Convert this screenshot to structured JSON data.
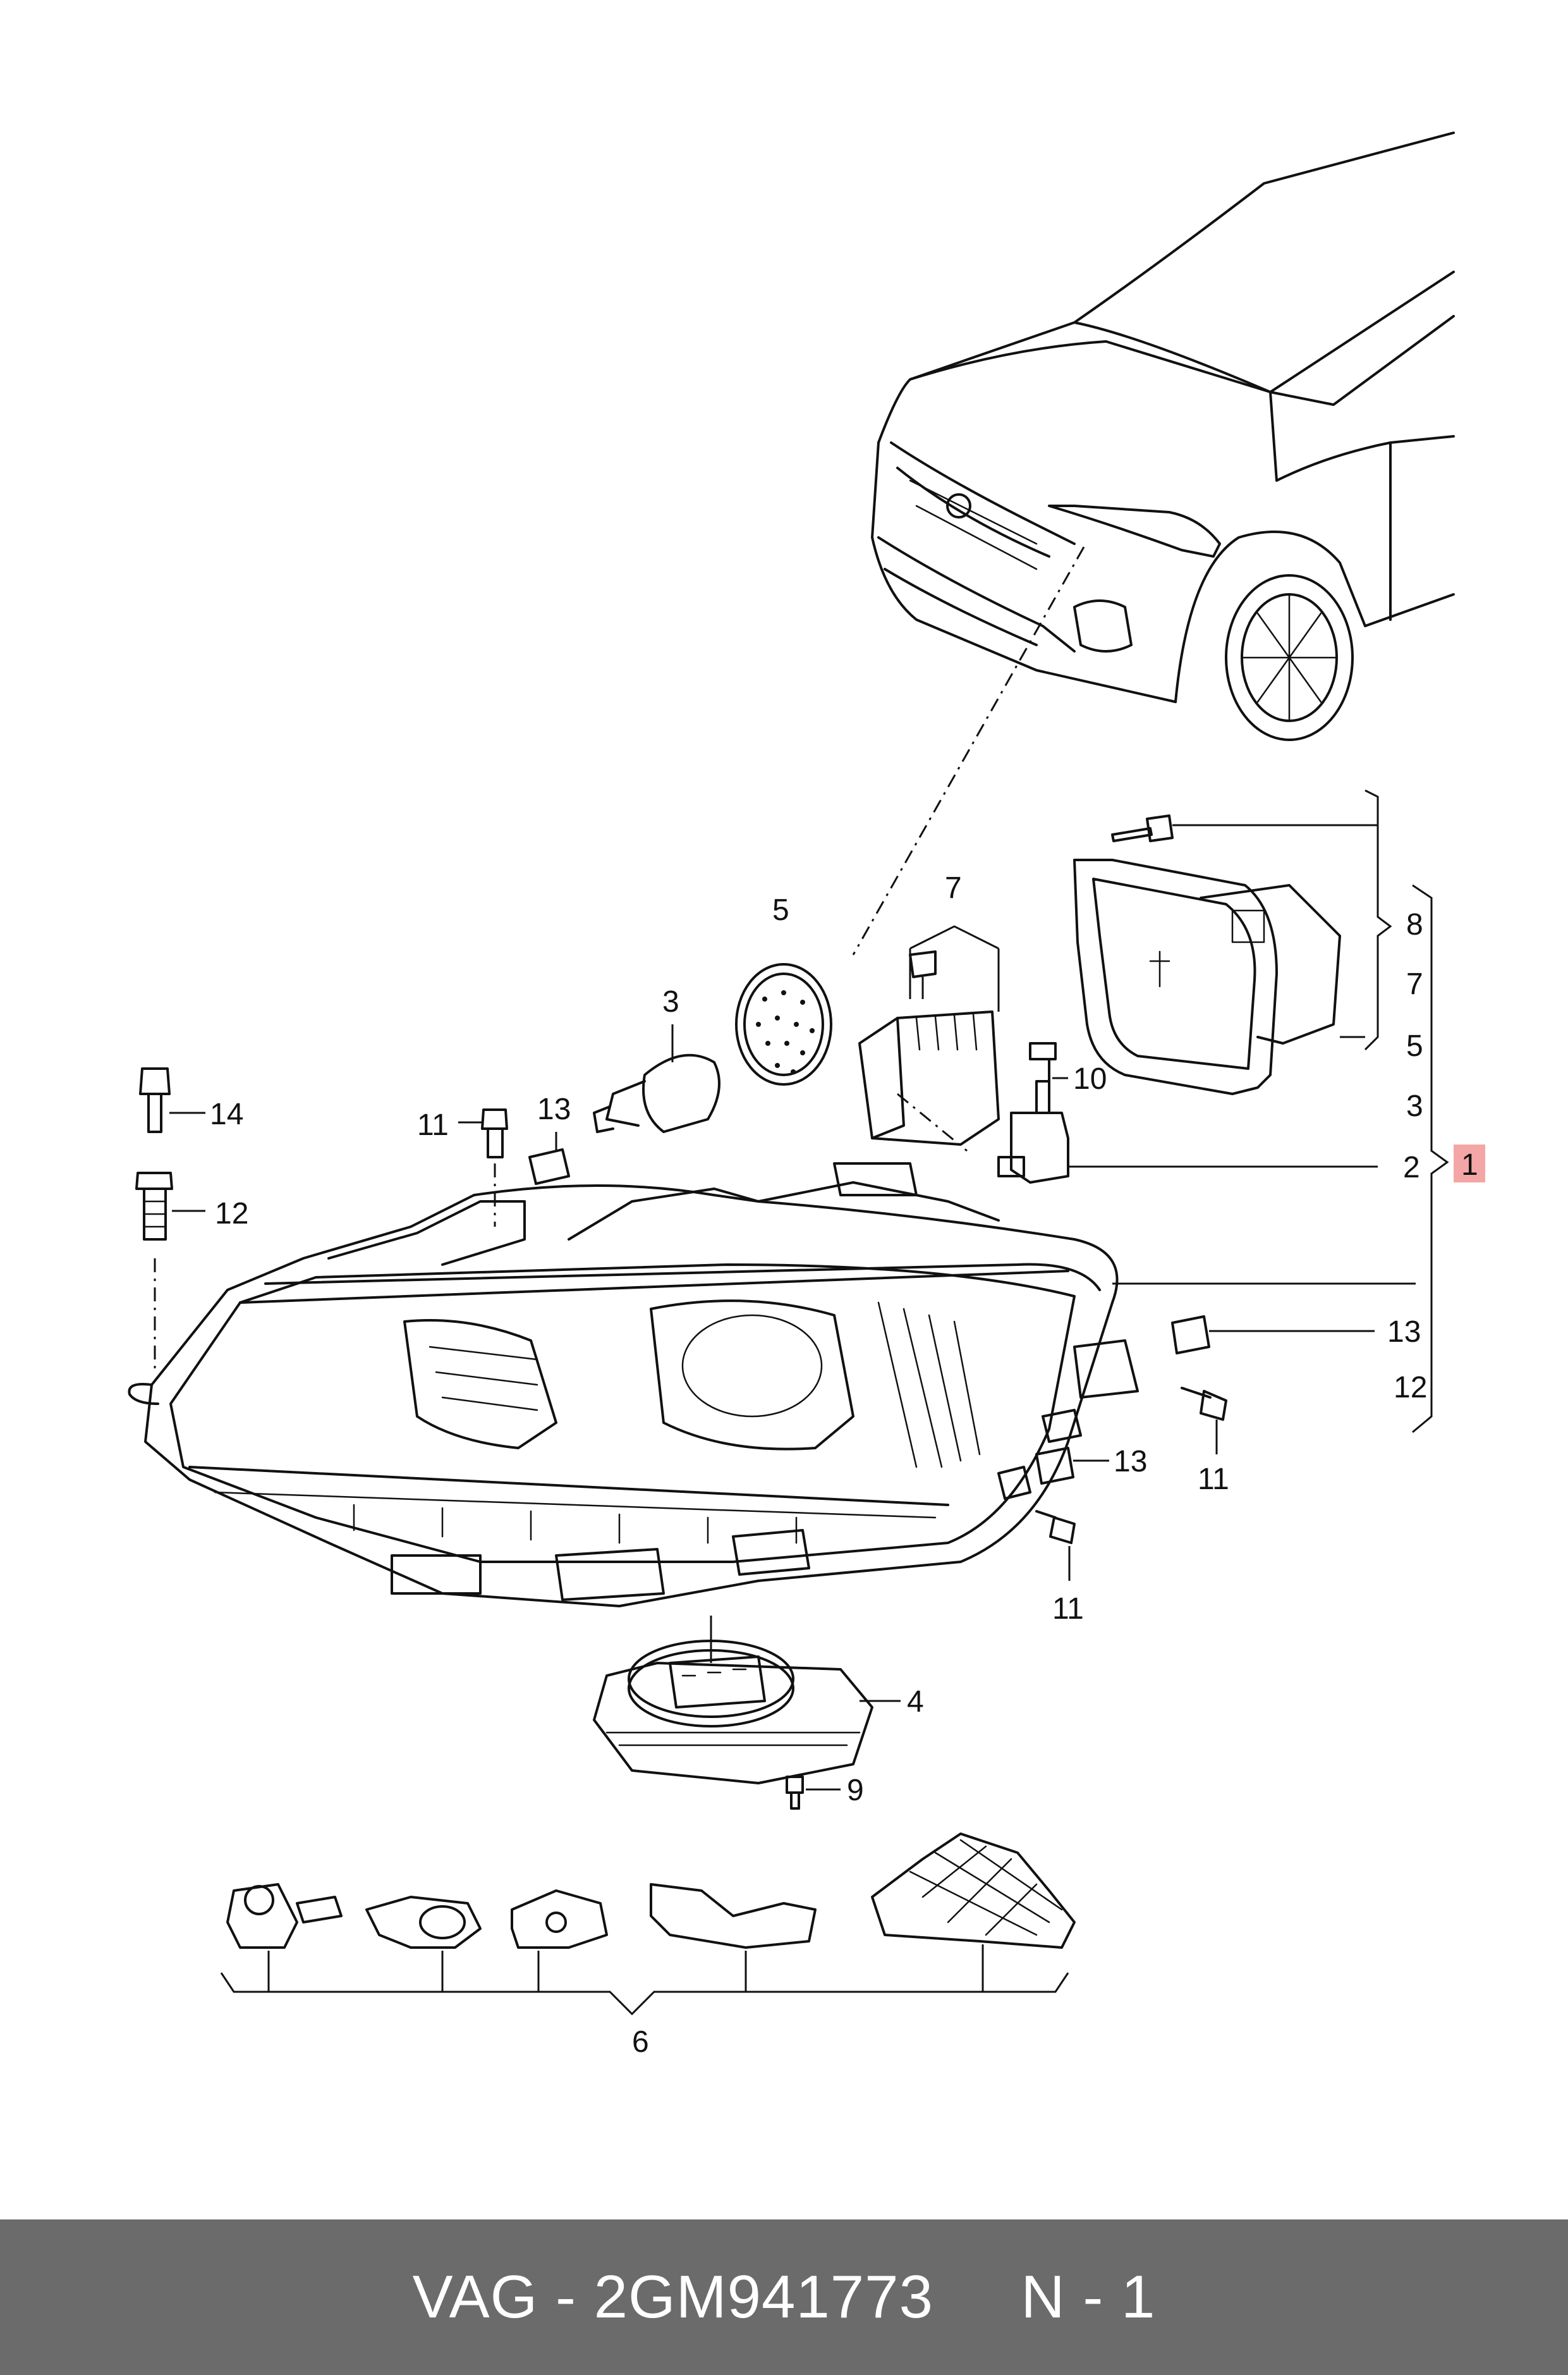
{
  "footer": {
    "text": "VAG - 2GM941773     N - 1"
  },
  "highlight_color": "#f4a6a6",
  "callouts": {
    "c1": "1",
    "c2": "2",
    "c3": "3",
    "c4": "4",
    "c5": "5",
    "c6": "6",
    "c7": "7",
    "c8": "8",
    "c9": "9",
    "c10": "10",
    "c11": "11",
    "c12": "12",
    "c13": "13",
    "c14": "14"
  },
  "legend_list": [
    "8",
    "7",
    "5",
    "3",
    "2",
    "13",
    "12"
  ]
}
